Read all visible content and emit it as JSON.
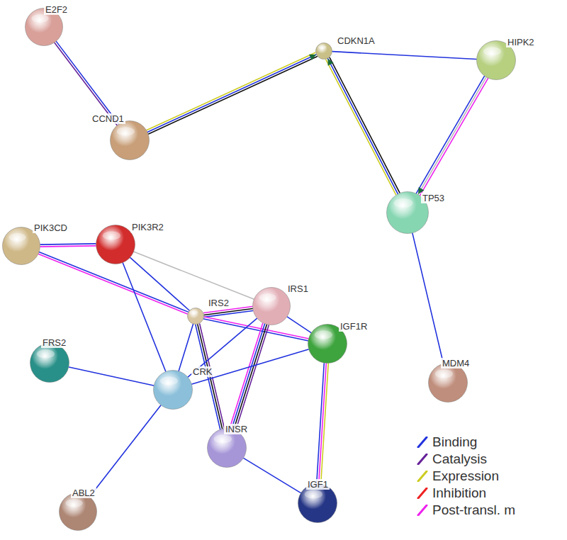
{
  "diagram": {
    "nodes": [
      {
        "text": [
          "E2F2"
        ]
      },
      {
        "text": [
          "CDKN1A"
        ]
      },
      {
        "text": [
          "HIPK2"
        ]
      },
      {
        "text": [
          "CCND1"
        ]
      },
      {
        "text": [
          "TP53"
        ]
      },
      {
        "text": [
          "PIK3CD"
        ]
      },
      {
        "text": [
          "PIK3R2"
        ]
      },
      {
        "text": [
          "IRS2"
        ]
      },
      {
        "text": [
          "IRS1"
        ]
      },
      {
        "text": [
          "IGF1R"
        ]
      },
      {
        "text": [
          "FRS2"
        ]
      },
      {
        "text": [
          "CRK"
        ]
      },
      {
        "text": [
          "MDM4"
        ]
      },
      {
        "text": [
          "INSR"
        ]
      },
      {
        "text": [
          "ABL2"
        ]
      },
      {
        "text": [
          "IGF1"
        ]
      }
    ],
    "edges": [
      {
        "from": 0,
        "to": 3,
        "arrow": "none"
      },
      {
        "from": 3,
        "to": 1,
        "arrow": "to"
      },
      {
        "from": 1,
        "to": 2,
        "arrow": "none"
      },
      {
        "from": 4,
        "to": 1,
        "arrow": "to"
      },
      {
        "from": 2,
        "to": 4,
        "arrow": "to"
      },
      {
        "from": 4,
        "to": 12,
        "arrow": "none"
      },
      {
        "from": 5,
        "to": 6,
        "arrow": "none"
      },
      {
        "from": 5,
        "to": 7,
        "arrow": "none"
      },
      {
        "from": 6,
        "to": 7,
        "arrow": "none"
      },
      {
        "from": 6,
        "to": 8,
        "arrow": "none"
      },
      {
        "from": 6,
        "to": 11,
        "arrow": "none"
      },
      {
        "from": 7,
        "to": 8,
        "arrow": "none"
      },
      {
        "from": 7,
        "to": 9,
        "arrow": "none"
      },
      {
        "from": 7,
        "to": 11,
        "arrow": "none"
      },
      {
        "from": 7,
        "to": 13,
        "arrow": "none"
      },
      {
        "from": 8,
        "to": 13,
        "arrow": "none"
      },
      {
        "from": 8,
        "to": 9,
        "arrow": "none"
      },
      {
        "from": 8,
        "to": 11,
        "arrow": "none"
      },
      {
        "from": 9,
        "to": 11,
        "arrow": "none"
      },
      {
        "from": 9,
        "to": 15,
        "arrow": "none"
      },
      {
        "from": 10,
        "to": 11,
        "arrow": "none"
      },
      {
        "from": 11,
        "to": 14,
        "arrow": "none"
      },
      {
        "from": 13,
        "to": 15,
        "arrow": "none"
      }
    ],
    "legend": [
      {
        "text": "Binding",
        "color": "#2233dd"
      },
      {
        "text": "Catalysis",
        "color": "#662299"
      },
      {
        "text": "Expression",
        "color": "#cccc22"
      },
      {
        "text": "Inhibition",
        "color": "#ee2222"
      },
      {
        "text": "Post-transl. m",
        "color": "#ee22ee"
      }
    ]
  }
}
